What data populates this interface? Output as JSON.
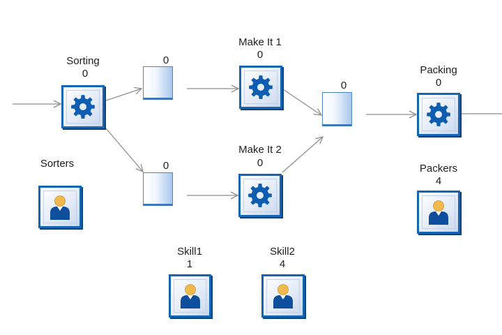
{
  "diagram": {
    "type": "process-flow",
    "colors": {
      "node_border": "#1466b4",
      "gear": "#0f5db0",
      "person_head": "#f0b84d",
      "person_body": "#0d4f9c",
      "arrow": "#8f8f8f"
    },
    "activities": [
      {
        "id": "sorting",
        "label": "Sorting",
        "count": "0",
        "icon": "gear-icon"
      },
      {
        "id": "make-it-1",
        "label": "Make It 1",
        "count": "0",
        "icon": "gear-icon"
      },
      {
        "id": "make-it-2",
        "label": "Make It 2",
        "count": "0",
        "icon": "gear-icon"
      },
      {
        "id": "packing",
        "label": "Packing",
        "count": "0",
        "icon": "gear-icon"
      }
    ],
    "queues": [
      {
        "id": "queue-1",
        "count": "0"
      },
      {
        "id": "queue-2",
        "count": "0"
      },
      {
        "id": "queue-merge",
        "count": "0"
      }
    ],
    "resources": [
      {
        "id": "sorters",
        "label": "Sorters",
        "count": null,
        "icon": "person-icon"
      },
      {
        "id": "packers",
        "label": "Packers",
        "count": "4",
        "icon": "person-icon"
      },
      {
        "id": "skill1",
        "label": "Skill1",
        "count": "1",
        "icon": "person-icon"
      },
      {
        "id": "skill2",
        "label": "Skill2",
        "count": "4",
        "icon": "person-icon"
      }
    ],
    "connections": [
      {
        "from": "entry",
        "to": "sorting"
      },
      {
        "from": "sorting",
        "to": "queue-1"
      },
      {
        "from": "sorting",
        "to": "queue-2"
      },
      {
        "from": "queue-1",
        "to": "make-it-1"
      },
      {
        "from": "queue-2",
        "to": "make-it-2"
      },
      {
        "from": "make-it-1",
        "to": "queue-merge"
      },
      {
        "from": "make-it-2",
        "to": "queue-merge"
      },
      {
        "from": "queue-merge",
        "to": "packing"
      },
      {
        "from": "packing",
        "to": "exit"
      }
    ]
  }
}
